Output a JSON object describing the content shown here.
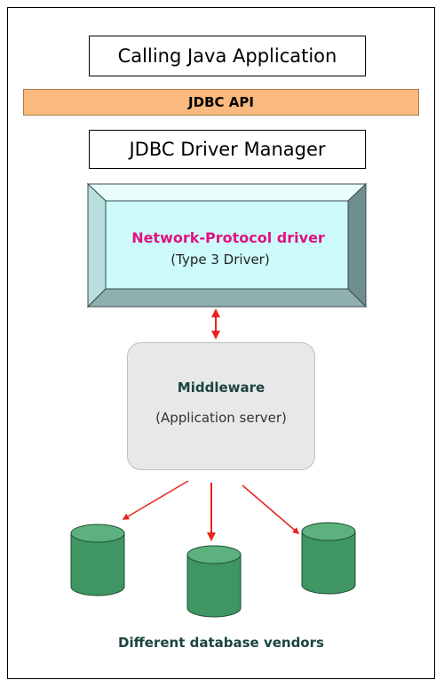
{
  "calling_app": {
    "label": "Calling Java Application"
  },
  "jdbc_api": {
    "label": "JDBC API"
  },
  "driver_manager": {
    "label": "JDBC Driver Manager"
  },
  "driver": {
    "title": "Network-Protocol driver",
    "subtitle": "(Type 3 Driver)"
  },
  "middleware": {
    "title": "Middleware",
    "subtitle": "(Application server)"
  },
  "databases": {
    "caption": "Different database vendors"
  },
  "colors": {
    "api_fill": "#f9b97f",
    "driver_face": "#cdfafa",
    "driver_title": "#e0137f",
    "database_fill": "#3f9662",
    "arrow": "#e8231c",
    "caption": "#1c4440"
  }
}
